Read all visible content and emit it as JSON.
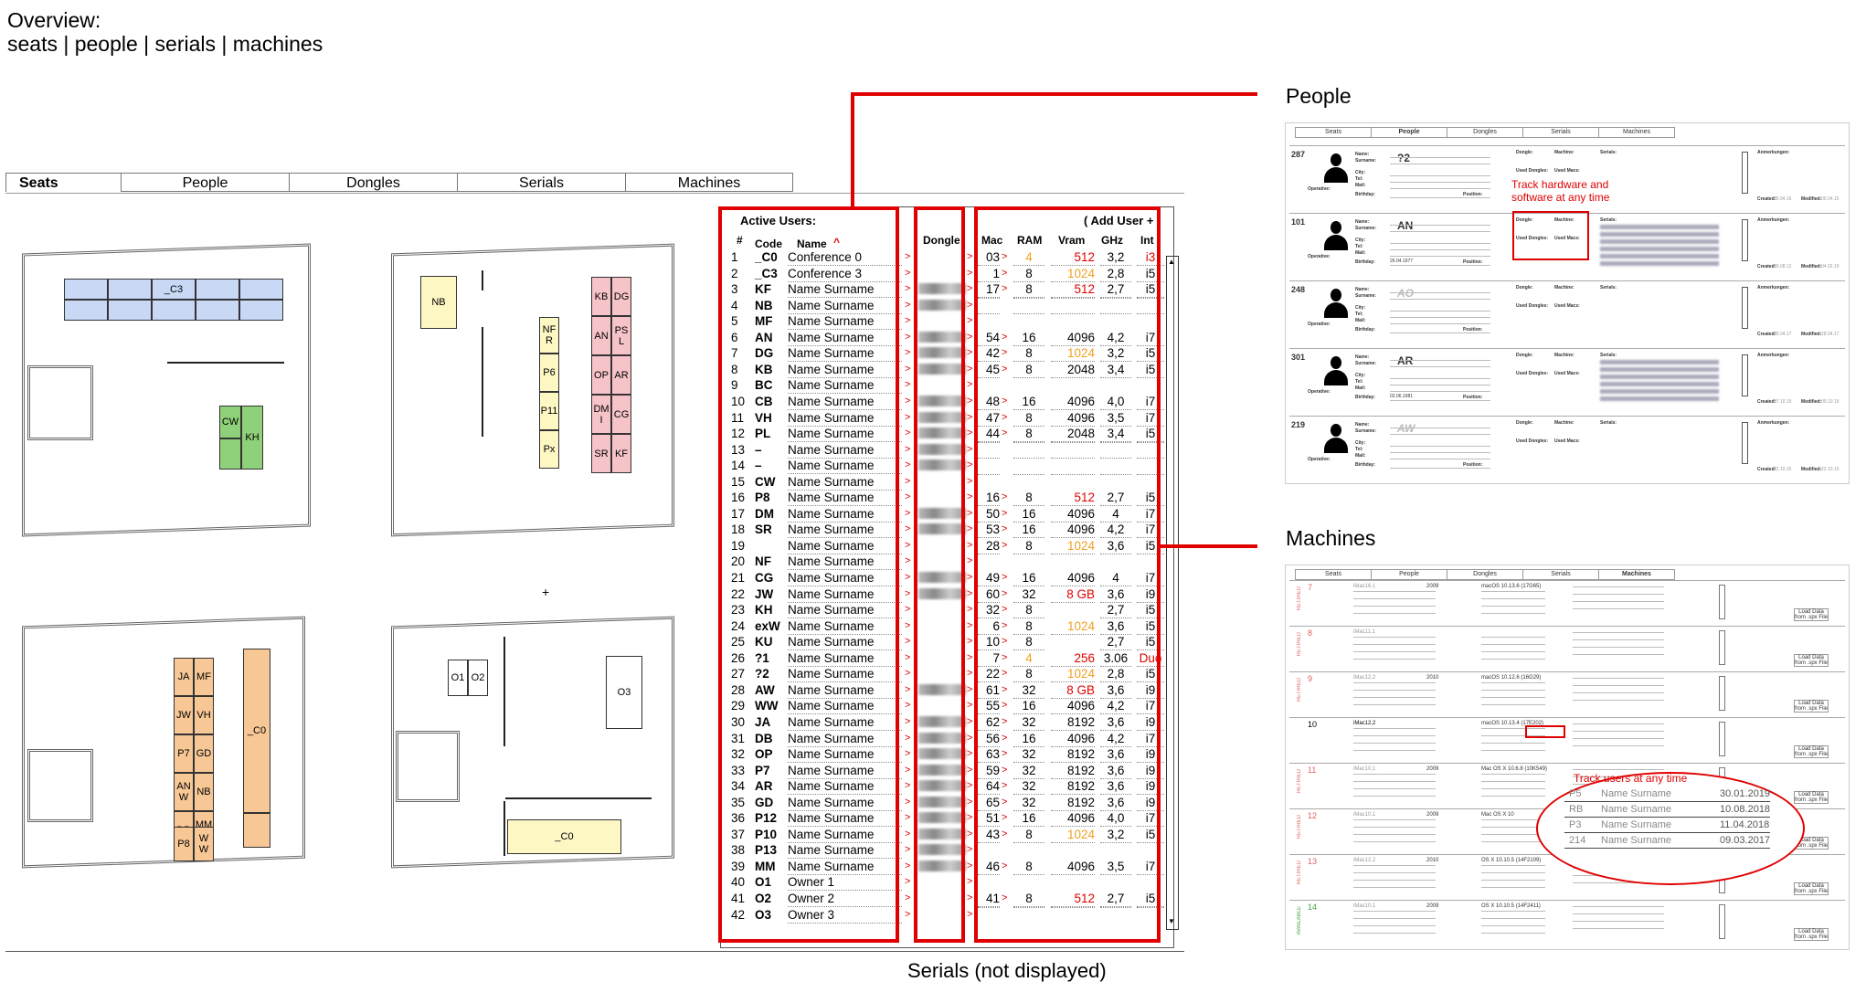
{
  "overview": {
    "title": "Overview:",
    "subtitle": "seats | people | serials | machines"
  },
  "tabs": [
    "Seats",
    "People",
    "Dongles",
    "Serials",
    "Machines"
  ],
  "floor": {
    "room1": {
      "seat_c3": "_C3",
      "seat_cw": "CW",
      "seat_kh": "KH"
    },
    "room2": {
      "nb": "NB",
      "nfr": "NF R",
      "p6": "P6",
      "p11": "P11",
      "px": "Px",
      "kb": "KB",
      "dg": "DG",
      "an": "AN",
      "psl": "PS L",
      "op": "OP",
      "ar": "AR",
      "dmi": "DM I",
      "cg": "CG",
      "sr": "SR",
      "kf": "KF"
    },
    "room3": {
      "ja": "JA",
      "mf": "MF",
      "jw": "JW",
      "vh": "VH",
      "p7": "P7",
      "gd": "GD",
      "anw": "AN W",
      "nb": "NB",
      "db": "DB",
      "mmi": "MM I",
      "p8": "P8",
      "ww": "W W",
      "c0": "_C0"
    },
    "room4": {
      "o1": "O1",
      "o2": "O2",
      "o3": "O3",
      "c0": "_C0"
    },
    "plus": "+"
  },
  "users": {
    "title": "Active Users:",
    "add_user": "( Add User +",
    "headers": {
      "num": "#",
      "code": "Code",
      "name": "Name",
      "sort": "^",
      "dongle": "Dongle",
      "mac": "Mac",
      "ram": "RAM",
      "vram": "Vram",
      "ghz": "GHz",
      "int": "Int"
    },
    "rows": [
      {
        "n": "1",
        "code": "_C0",
        "name": "Conference 0",
        "mac": "03",
        "ram": "4",
        "vram": "512",
        "ghz": "3,2",
        "int": "i3",
        "ramc": "o",
        "vramc": "r",
        "intc": "r"
      },
      {
        "n": "2",
        "code": "_C3",
        "name": "Conference 3",
        "mac": "1",
        "ram": "8",
        "vram": "1024",
        "ghz": "2,8",
        "int": "i5",
        "vramc": "o"
      },
      {
        "n": "3",
        "code": "KF",
        "name": "Name Surname",
        "mac": "17",
        "ram": "8",
        "vram": "512",
        "ghz": "2,7",
        "int": "i5",
        "vramc": "r",
        "d": 1
      },
      {
        "n": "4",
        "code": "NB",
        "name": "Name Surname",
        "d": 1
      },
      {
        "n": "5",
        "code": "MF",
        "name": "Name Surname"
      },
      {
        "n": "6",
        "code": "AN",
        "name": "Name Surname",
        "mac": "54",
        "ram": "16",
        "vram": "4096",
        "ghz": "4,2",
        "int": "i7",
        "d": 1
      },
      {
        "n": "7",
        "code": "DG",
        "name": "Name Surname",
        "mac": "42",
        "ram": "8",
        "vram": "1024",
        "ghz": "3,2",
        "int": "i5",
        "vramc": "o",
        "d": 1
      },
      {
        "n": "8",
        "code": "KB",
        "name": "Name Surname",
        "mac": "45",
        "ram": "8",
        "vram": "2048",
        "ghz": "3,4",
        "int": "i5",
        "d": 1
      },
      {
        "n": "9",
        "code": "BC",
        "name": "Name Surname"
      },
      {
        "n": "10",
        "code": "CB",
        "name": "Name Surname",
        "mac": "48",
        "ram": "16",
        "vram": "4096",
        "ghz": "4,0",
        "int": "i7",
        "d": 1
      },
      {
        "n": "11",
        "code": "VH",
        "name": "Name Surname",
        "mac": "47",
        "ram": "8",
        "vram": "4096",
        "ghz": "3,5",
        "int": "i7",
        "d": 1
      },
      {
        "n": "12",
        "code": "PL",
        "name": "Name Surname",
        "mac": "44",
        "ram": "8",
        "vram": "2048",
        "ghz": "3,4",
        "int": "i5",
        "d": 1
      },
      {
        "n": "13",
        "code": "–",
        "name": "Name Surname",
        "d": 1
      },
      {
        "n": "14",
        "code": "–",
        "name": "Name Surname",
        "d": 1
      },
      {
        "n": "15",
        "code": "CW",
        "name": "Name Surname"
      },
      {
        "n": "16",
        "code": "P8",
        "name": "Name Surname",
        "mac": "16",
        "ram": "8",
        "vram": "512",
        "ghz": "2,7",
        "int": "i5",
        "vramc": "r"
      },
      {
        "n": "17",
        "code": "DM",
        "name": "Name Surname",
        "mac": "50",
        "ram": "16",
        "vram": "4096",
        "ghz": "4",
        "int": "i7",
        "d": 1
      },
      {
        "n": "18",
        "code": "SR",
        "name": "Name Surname",
        "mac": "53",
        "ram": "16",
        "vram": "4096",
        "ghz": "4,2",
        "int": "i7",
        "d": 1
      },
      {
        "n": "19",
        "code": "",
        "name": "Name Surname",
        "mac": "28",
        "ram": "8",
        "vram": "1024",
        "ghz": "3,6",
        "int": "i5",
        "vramc": "o"
      },
      {
        "n": "20",
        "code": "NF",
        "name": "Name Surname"
      },
      {
        "n": "21",
        "code": "CG",
        "name": "Name Surname",
        "mac": "49",
        "ram": "16",
        "vram": "4096",
        "ghz": "4",
        "int": "i7",
        "d": 1
      },
      {
        "n": "22",
        "code": "JW",
        "name": "Name Surname",
        "mac": "60",
        "ram": "32",
        "vram": "8 GB",
        "ghz": "3,6",
        "int": "i9",
        "vramc": "r",
        "d": 1
      },
      {
        "n": "23",
        "code": "KH",
        "name": "Name Surname",
        "mac": "32",
        "ram": "8",
        "vram": "",
        "ghz": "2,7",
        "int": "i5"
      },
      {
        "n": "24",
        "code": "exW",
        "name": "Name Surname",
        "mac": "6",
        "ram": "8",
        "vram": "1024",
        "ghz": "3,6",
        "int": "i5",
        "vramc": "o"
      },
      {
        "n": "25",
        "code": "KU",
        "name": "Name Surname",
        "mac": "10",
        "ram": "8",
        "vram": "",
        "ghz": "2,7",
        "int": "i5"
      },
      {
        "n": "26",
        "code": "?1",
        "name": "Name Surname",
        "mac": "7",
        "ram": "4",
        "vram": "256",
        "ghz": "3.06",
        "int": "Duo",
        "ramc": "o",
        "vramc": "r",
        "intc": "r"
      },
      {
        "n": "27",
        "code": "?2",
        "name": "Name Surname",
        "mac": "22",
        "ram": "8",
        "vram": "1024",
        "ghz": "2,8",
        "int": "i5",
        "vramc": "o"
      },
      {
        "n": "28",
        "code": "AW",
        "name": "Name Surname",
        "mac": "61",
        "ram": "32",
        "vram": "8 GB",
        "ghz": "3,6",
        "int": "i9",
        "vramc": "r",
        "d": 1
      },
      {
        "n": "29",
        "code": "WW",
        "name": "Name Surname",
        "mac": "55",
        "ram": "16",
        "vram": "4096",
        "ghz": "4,2",
        "int": "i7"
      },
      {
        "n": "30",
        "code": "JA",
        "name": "Name Surname",
        "mac": "62",
        "ram": "32",
        "vram": "8192",
        "ghz": "3,6",
        "int": "i9",
        "d": 1
      },
      {
        "n": "31",
        "code": "DB",
        "name": "Name Surname",
        "mac": "56",
        "ram": "16",
        "vram": "4096",
        "ghz": "4,2",
        "int": "i7",
        "d": 1
      },
      {
        "n": "32",
        "code": "OP",
        "name": "Name Surname",
        "mac": "63",
        "ram": "32",
        "vram": "8192",
        "ghz": "3,6",
        "int": "i9",
        "d": 1
      },
      {
        "n": "33",
        "code": "P7",
        "name": "Name Surname",
        "mac": "59",
        "ram": "32",
        "vram": "8192",
        "ghz": "3,6",
        "int": "i9",
        "d": 1
      },
      {
        "n": "34",
        "code": "AR",
        "name": "Name Surname",
        "mac": "64",
        "ram": "32",
        "vram": "8192",
        "ghz": "3,6",
        "int": "i9",
        "d": 1
      },
      {
        "n": "35",
        "code": "GD",
        "name": "Name Surname",
        "mac": "65",
        "ram": "32",
        "vram": "8192",
        "ghz": "3,6",
        "int": "i9",
        "d": 1
      },
      {
        "n": "36",
        "code": "P12",
        "name": "Name Surname",
        "mac": "51",
        "ram": "16",
        "vram": "4096",
        "ghz": "4,0",
        "int": "i7",
        "d": 1
      },
      {
        "n": "37",
        "code": "P10",
        "name": "Name Surname",
        "mac": "43",
        "ram": "8",
        "vram": "1024",
        "ghz": "3,2",
        "int": "i5",
        "vramc": "o",
        "d": 1
      },
      {
        "n": "38",
        "code": "P13",
        "name": "Name Surname",
        "d": 1
      },
      {
        "n": "39",
        "code": "MM",
        "name": "Name Surname",
        "mac": "46",
        "ram": "8",
        "vram": "4096",
        "ghz": "3,5",
        "int": "i7",
        "d": 1
      },
      {
        "n": "40",
        "code": "O1",
        "name": "Owner 1"
      },
      {
        "n": "41",
        "code": "O2",
        "name": "Owner 2",
        "mac": "41",
        "ram": "8",
        "vram": "512",
        "ghz": "2,7",
        "int": "i5",
        "vramc": "r"
      },
      {
        "n": "42",
        "code": "O3",
        "name": "Owner 3"
      }
    ]
  },
  "serials_caption": "Serials (not displayed)",
  "people": {
    "heading": "People",
    "annotation": "Track hardware and software at any time",
    "tabs": [
      "Seats",
      "People",
      "Dongles",
      "Serials",
      "Machines"
    ],
    "entries": [
      {
        "id": "287",
        "code": "?2",
        "birthday": "",
        "created": "05.04.15",
        "modified": "05.04.15"
      },
      {
        "id": "101",
        "code": "AN",
        "birthday": "26.04.1977",
        "created": "30.08.12",
        "modified": "04.02.19"
      },
      {
        "id": "248",
        "code": "AO",
        "birthday": "",
        "created": "28.04.17",
        "modified": "28.04.17"
      },
      {
        "id": "301",
        "code": "AR",
        "birthday": "02.06.1981",
        "created": "07.10.19",
        "modified": "09.10.19"
      },
      {
        "id": "219",
        "code": "AW",
        "birthday": "",
        "created": "22.10.15",
        "modified": "22.10.15"
      }
    ],
    "labels": {
      "name": "Name:",
      "surname": "Surname:",
      "city": "City:",
      "tel": "Tel:",
      "mail": "Mail:",
      "birthday": "Birthday:",
      "position": "Position:",
      "operative": "Operative:",
      "dongle": "Dongle:",
      "machine": "Machine:",
      "serials": "Serials:",
      "used_dongles": "Used Dongles:",
      "used_macs": "Used Macs:",
      "remarks": "Anmerkungen:",
      "created": "Created:",
      "modified": "Modified:"
    }
  },
  "machines": {
    "heading": "Machines",
    "annotation": "Track users at any time",
    "tabs": [
      "Seats",
      "People",
      "Dongles",
      "Serials",
      "Machines"
    ],
    "entries": [
      {
        "id": "7",
        "status": "RETIRED",
        "model": "iMac16,1",
        "year": "2009",
        "system": "macOS 10.13.6 (17G65)"
      },
      {
        "id": "8",
        "status": "RETIRED",
        "model": "iMac11,1",
        "year": "",
        "system": ""
      },
      {
        "id": "9",
        "status": "RETIRED",
        "model": "iMac12,2",
        "year": "2010",
        "system": "macOS 10.12.6 (16G29)"
      },
      {
        "id": "10",
        "status": "",
        "model": "iMac12,2",
        "year": "",
        "system": "macOS 10.13.4 (17E202)"
      },
      {
        "id": "11",
        "status": "RETIRED",
        "model": "iMac10,1",
        "year": "2009",
        "system": "Mac OS X 10.6.8 (10K549)"
      },
      {
        "id": "12",
        "status": "RETIRED",
        "model": "iMac10,1",
        "year": "2009",
        "system": "Mac OS X 10"
      },
      {
        "id": "13",
        "status": "RETIRED",
        "model": "iMac12,2",
        "year": "2010",
        "system": "OS X 10.10.5 (14F2109)"
      },
      {
        "id": "14",
        "status": "AVAILABLE",
        "model": "iMac10,1",
        "year": "2009",
        "system": "OS X 10.10.5 (14F2411)"
      }
    ],
    "load_btn": "Load Data from .spx File",
    "history": [
      {
        "code": "P5",
        "name": "Name Surname",
        "date": "30.01.2019"
      },
      {
        "code": "RB",
        "name": "Name Surname",
        "date": "10.08.2018"
      },
      {
        "code": "P3",
        "name": "Name Surname",
        "date": "11.04.2018"
      },
      {
        "code": "214",
        "name": "Name Surname",
        "date": "09.03.2017"
      }
    ]
  }
}
